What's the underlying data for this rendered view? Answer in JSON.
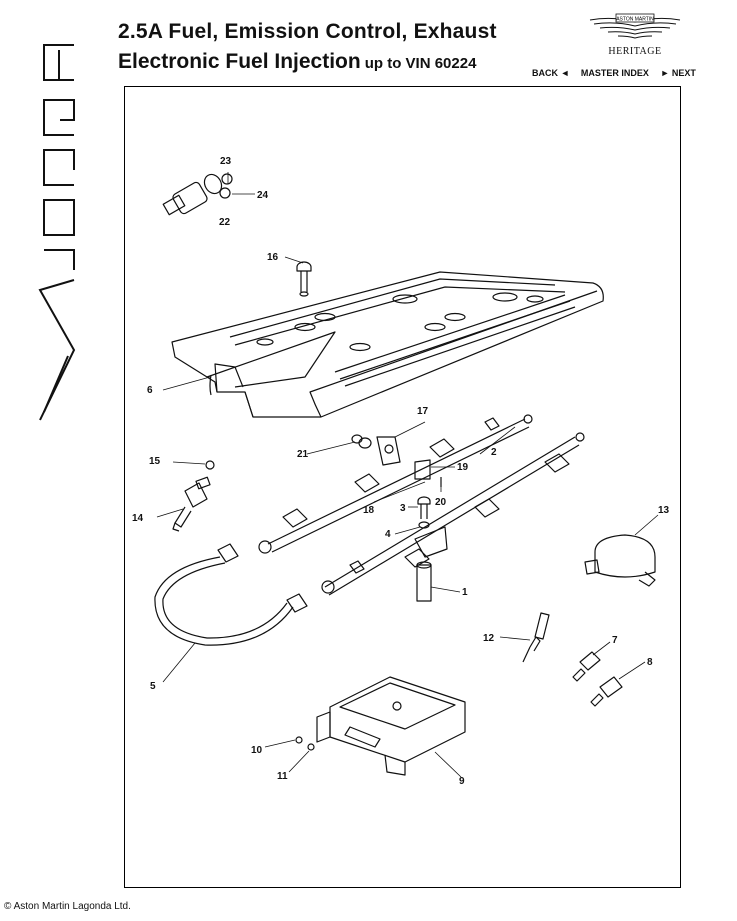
{
  "header": {
    "title_line1": "2.5A Fuel, Emission Control, Exhaust",
    "title_line2": "Electronic Fuel Injection",
    "title_suffix": "up to VIN 60224"
  },
  "brand": {
    "logo_text": "ASTON MARTIN",
    "heritage_label": "HERITAGE"
  },
  "side_logo_text": "Virage",
  "nav": {
    "back_label": "BACK ◄",
    "master_index_label": "MASTER INDEX",
    "next_label": "► NEXT"
  },
  "callouts": [
    "1",
    "2",
    "3",
    "4",
    "5",
    "6",
    "7",
    "8",
    "9",
    "10",
    "11",
    "12",
    "13",
    "14",
    "15",
    "16",
    "17",
    "18",
    "19",
    "20",
    "21",
    "22",
    "23",
    "24"
  ],
  "footer": {
    "copyright": "© Aston Martin Lagonda Ltd."
  }
}
